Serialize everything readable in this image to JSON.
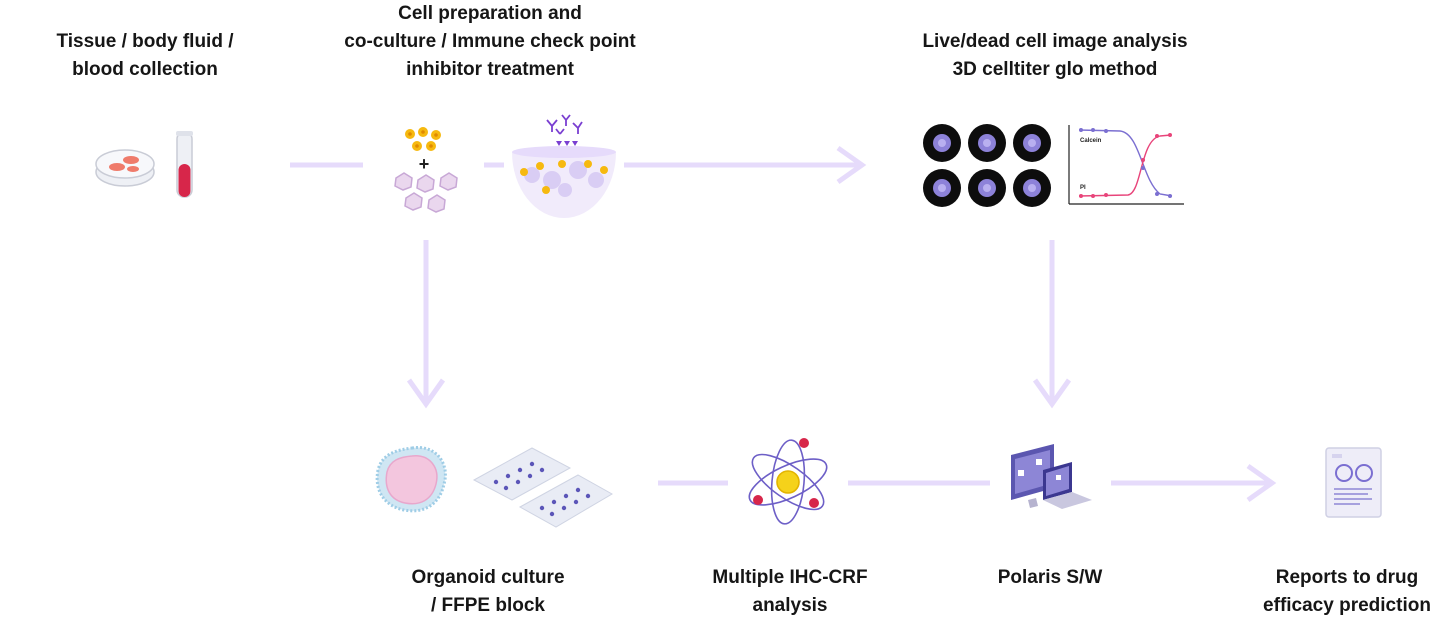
{
  "steps": {
    "collection": {
      "lines": [
        "Tissue / body fluid /",
        "blood collection"
      ]
    },
    "preparation": {
      "lines": [
        "Cell preparation and",
        "co-culture / Immune check point",
        "inhibitor treatment"
      ]
    },
    "analysis": {
      "lines": [
        "Live/dead cell image analysis",
        "3D celltiter glo method"
      ]
    },
    "organoid": {
      "lines": [
        "Organoid culture",
        "/ FFPE block"
      ]
    },
    "ihc": {
      "lines": [
        "Multiple IHC-CRF",
        "analysis"
      ]
    },
    "polaris": {
      "lines": [
        "Polaris S/W"
      ]
    },
    "reports": {
      "lines": [
        "Reports to drug",
        "efficacy prediction"
      ]
    }
  },
  "graph": {
    "calcein_label": "Calcein",
    "pi_label": "PI"
  },
  "colors": {
    "arrow": "#e6dbfb",
    "accent_purple": "#7b6fd1",
    "blood_red": "#d7264a",
    "cell_yellow": "#f6b90f",
    "pink": "#e8447a"
  }
}
